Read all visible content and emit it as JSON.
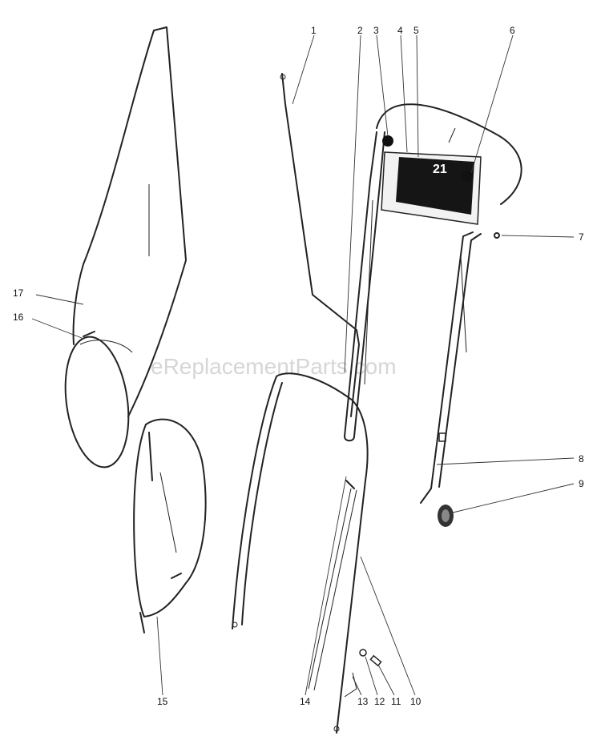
{
  "watermark": "eReplacementParts.com",
  "panel_number": "21",
  "callouts": [
    "1",
    "2",
    "3",
    "4",
    "5",
    "6",
    "7",
    "8",
    "9",
    "10",
    "11",
    "12",
    "13",
    "14",
    "15",
    "16",
    "17"
  ]
}
